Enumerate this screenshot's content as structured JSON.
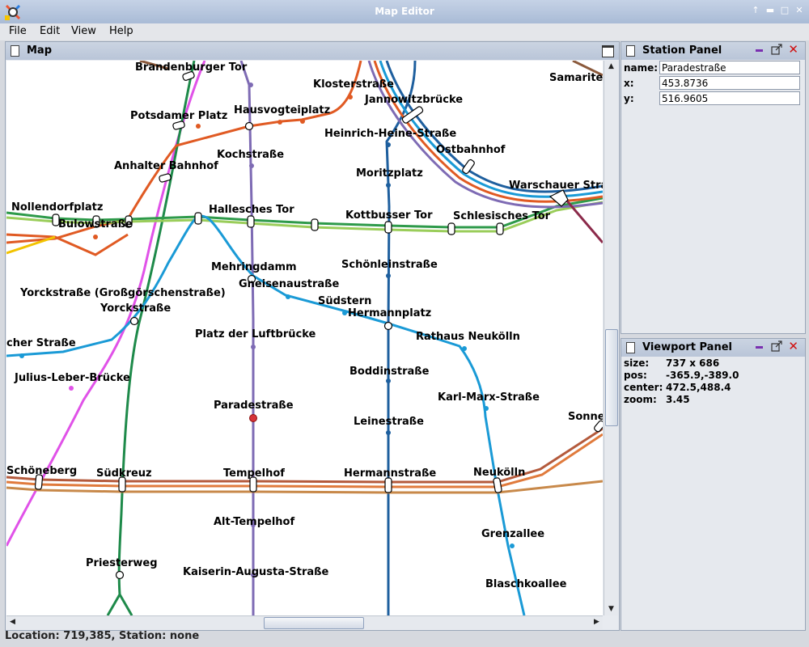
{
  "window": {
    "title": "Map Editor"
  },
  "menu": [
    "File",
    "Edit",
    "View",
    "Help"
  ],
  "map_panel": {
    "title": "Map"
  },
  "station_panel": {
    "title": "Station Panel",
    "fields": [
      {
        "label": "name:",
        "value": "Paradestraße"
      },
      {
        "label": "x:",
        "value": "453.8736"
      },
      {
        "label": "y:",
        "value": "516.9605"
      }
    ]
  },
  "viewport_panel": {
    "title": "Viewport Panel",
    "rows": [
      {
        "key": "size:",
        "value": "737 x 686"
      },
      {
        "key": "pos:",
        "value": "-365.9,-389.0"
      },
      {
        "key": "center:",
        "value": "472.5,488.4"
      },
      {
        "key": "zoom:",
        "value": "3.45"
      }
    ]
  },
  "status": "Location: 719,385, Station: none",
  "colors": {
    "u_purple": "#7e6bb4",
    "u_blue": "#1e5f9e",
    "s_ring": "#1a9ad6",
    "u_orange": "#e05a23",
    "s_green": "#1e8a4a",
    "s_magenta": "#e052e8",
    "u_light_green": "#5cb85c",
    "ring_brown": "#b45a3c",
    "selected_station": "#d6333a"
  },
  "stations": {
    "brandenburger_tor": "Brandenburger Tor",
    "klosterstrasse": "Klosterstraße",
    "samariter": "Samariter",
    "hausvogteiplatz": "Hausvogteiplatz",
    "jannowitzbruecke": "Jannowitzbrücke",
    "potsdamer_platz": "Potsdamer Platz",
    "heinrich_heine": "Heinrich-Heine-Straße",
    "kochstrasse": "Kochstraße",
    "ostbahnhof": "Ostbahnhof",
    "anhalter_bahnhof": "Anhalter Bahnhof",
    "moritzplatz": "Moritzplatz",
    "warschauer": "Warschauer Stra",
    "nollendorfplatz": "Nollendorfplatz",
    "hallesches_tor": "Hallesches Tor",
    "kottbusser_tor": "Kottbusser Tor",
    "schlesisches_tor": "Schlesisches Tor",
    "buelowstrasse": "Bulowstraße",
    "mehringdamm": "Mehringdamm",
    "schoenleinstrasse": "Schönleinstraße",
    "gneisenaustrasse": "Gneisenaustraße",
    "yorckstrasse_gg": "Yorckstraße (Großgörschenstraße)",
    "suedstern": "Südstern",
    "yorckstrasse": "Yorckstraße",
    "hermannplatz": "Hermannplatz",
    "platz_luftbruecke": "Platz der Luftbrücke",
    "rathaus_neukoelln": "Rathaus Neukölln",
    "cher_strasse": "cher Straße",
    "julius_leber": "Julius-Leber-Brücke",
    "boddinstrasse": "Boddinstraße",
    "karl_marx": "Karl-Marx-Straße",
    "paradestrasse": "Paradestraße",
    "leinestrasse": "Leinestraße",
    "sonne": "Sonne",
    "schoeneberg": "Schöneberg",
    "suedkreuz": "Südkreuz",
    "tempelhof": "Tempelhof",
    "hermannstrasse": "Hermannstraße",
    "neukoelln": "Neukölln",
    "alt_tempelhof": "Alt-Tempelhof",
    "grenzallee": "Grenzallee",
    "priesterweg": "Priesterweg",
    "kaiserin_augusta": "Kaiserin-Augusta-Straße",
    "blaschkoallee": "Blaschkoallee"
  }
}
